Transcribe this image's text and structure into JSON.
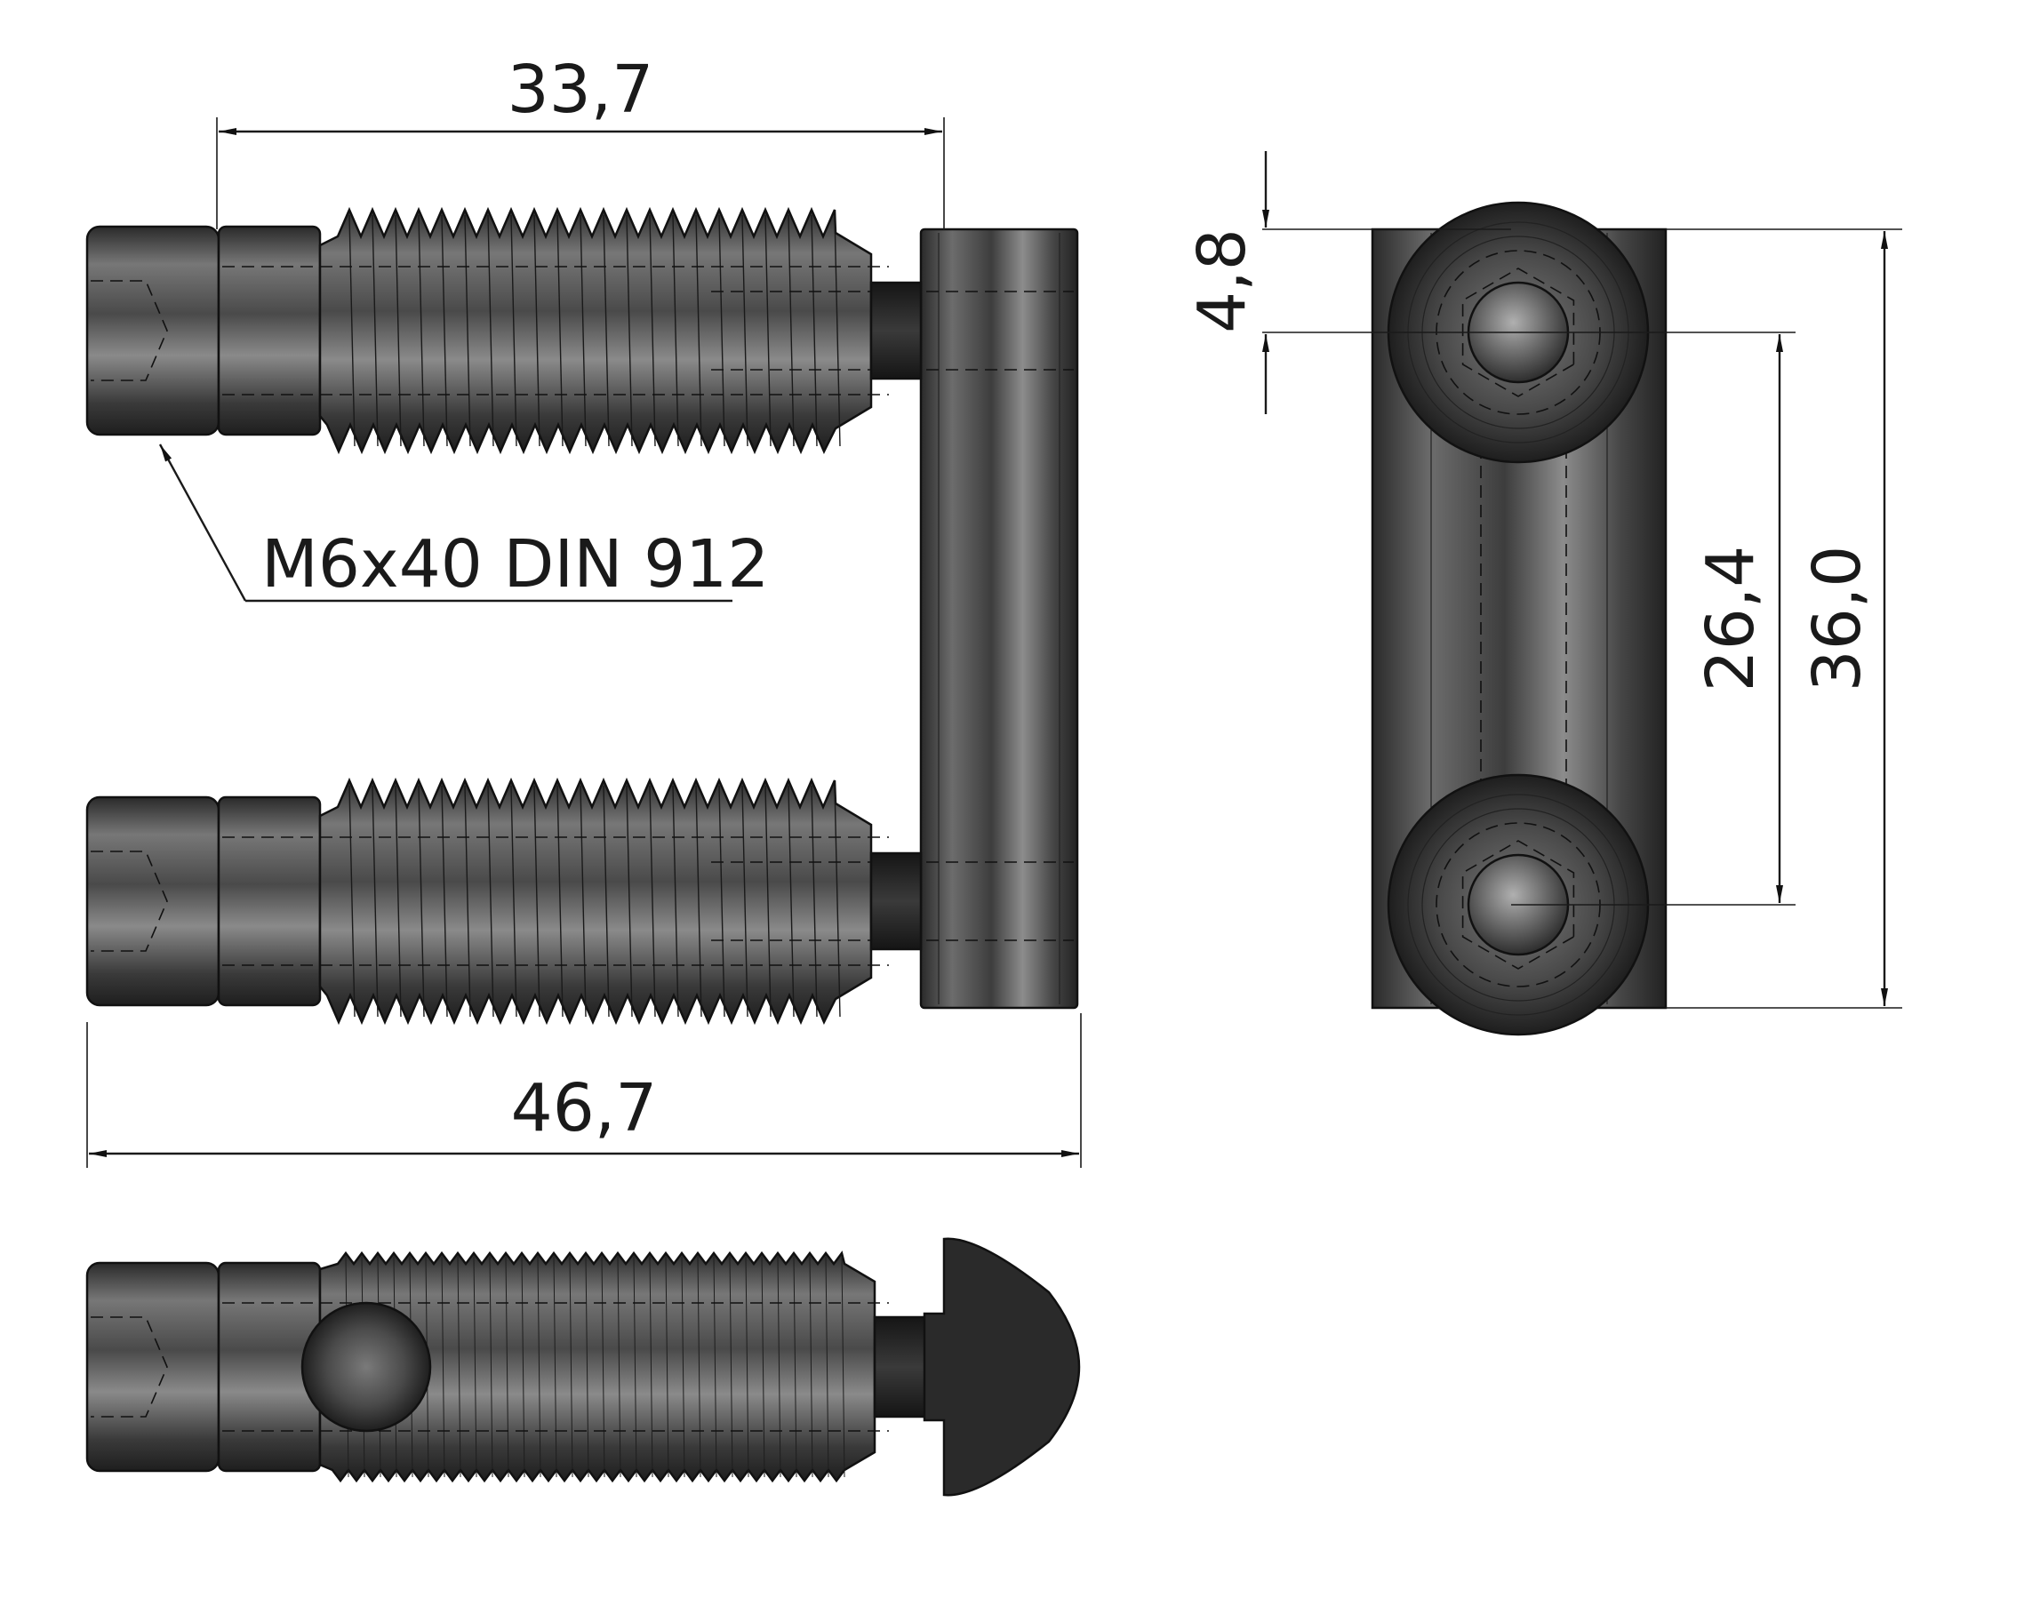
{
  "dimensions": {
    "top_width": "33,7",
    "overall_width": "46,7",
    "offset_top": "4,8",
    "hole_spacing": "26,4",
    "overall_height": "36,0"
  },
  "callout": {
    "screw_spec": "M6x40 DIN 912"
  }
}
